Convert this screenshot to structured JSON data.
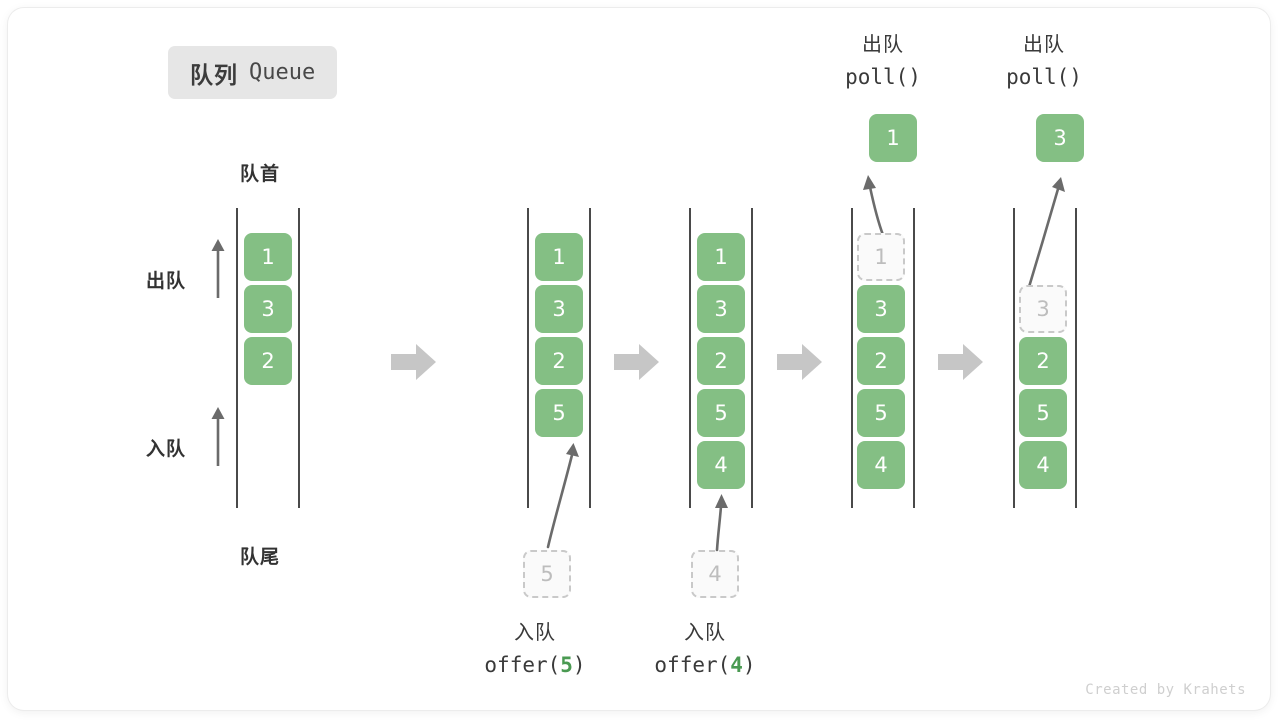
{
  "title": {
    "cn": "队列",
    "en": "Queue"
  },
  "labels": {
    "head": "队首",
    "tail": "队尾",
    "dequeue": "出队",
    "enqueue": "入队"
  },
  "credit": "Created by Krahets",
  "colors": {
    "element_fill": "#84bf84",
    "element_text": "#ffffff",
    "ghost_border": "#c9c9c9",
    "ghost_text": "#bdbdbd",
    "rail": "#4a4a4a",
    "flow_arrow": "#c6c6c6",
    "badge_bg": "#e6e6e6",
    "code_accent": "#4a9a52",
    "credit_text": "#cfcfcf"
  },
  "stages": [
    {
      "id": "stage-initial",
      "elements": [
        "1",
        "3",
        "2"
      ],
      "ghost_top": null,
      "ghost_below": null,
      "popped": null,
      "top_label_cn": null,
      "top_label_code": null,
      "bottom_label_cn": null,
      "bottom_label_code": null,
      "bottom_label_arg": null
    },
    {
      "id": "stage-offer-5",
      "elements": [
        "1",
        "3",
        "2",
        "5"
      ],
      "ghost_top": null,
      "ghost_below": "5",
      "popped": null,
      "top_label_cn": null,
      "top_label_code": null,
      "bottom_label_cn": "入队",
      "bottom_label_code_prefix": "offer(",
      "bottom_label_arg": "5",
      "bottom_label_code_suffix": ")"
    },
    {
      "id": "stage-offer-4",
      "elements": [
        "1",
        "3",
        "2",
        "5",
        "4"
      ],
      "ghost_top": null,
      "ghost_below": "4",
      "popped": null,
      "top_label_cn": null,
      "top_label_code": null,
      "bottom_label_cn": "入队",
      "bottom_label_code_prefix": "offer(",
      "bottom_label_arg": "4",
      "bottom_label_code_suffix": ")"
    },
    {
      "id": "stage-poll-1",
      "elements": [
        "3",
        "2",
        "5",
        "4"
      ],
      "ghost_top": "1",
      "ghost_below": null,
      "popped": "1",
      "top_label_cn": "出队",
      "top_label_code": "poll()",
      "bottom_label_cn": null,
      "bottom_label_code": null
    },
    {
      "id": "stage-poll-3",
      "elements": [
        "2",
        "5",
        "4"
      ],
      "ghost_top": "3",
      "ghost_below": null,
      "popped": "3",
      "top_label_cn": "出队",
      "top_label_code": "poll()",
      "bottom_label_cn": null,
      "bottom_label_code": null
    }
  ]
}
